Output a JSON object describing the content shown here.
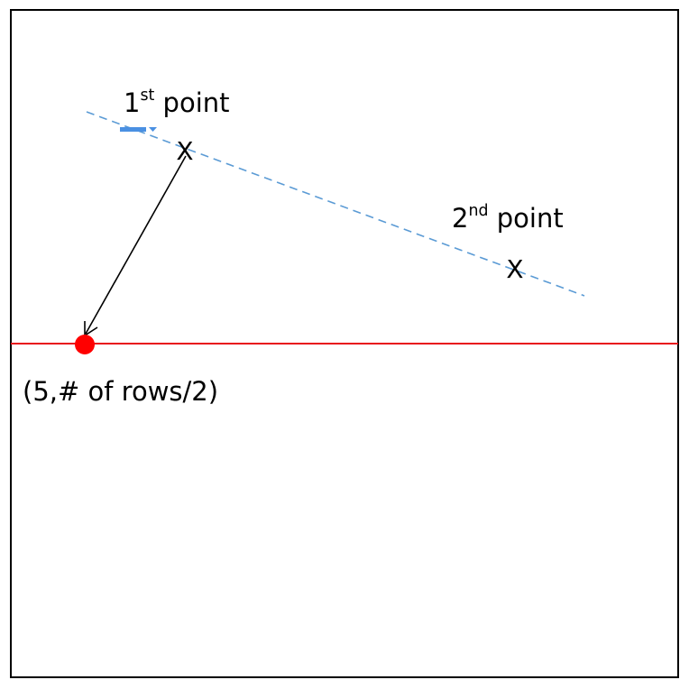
{
  "diagram": {
    "colors": {
      "border": "#000000",
      "dashed_line": "#5b9bd5",
      "horizontal_line": "#e8101c",
      "target_dot": "#ff0000",
      "arrow": "#000000",
      "marker": "#4a90e2"
    },
    "labels": {
      "first_point": {
        "number": "1",
        "suffix": "st",
        "text": " point"
      },
      "second_point": {
        "number": "2",
        "suffix": "nd",
        "text": " point"
      },
      "target": "(5,# of rows/2)"
    },
    "points": {
      "first_point_mark": "X",
      "second_point_mark": "X"
    }
  }
}
